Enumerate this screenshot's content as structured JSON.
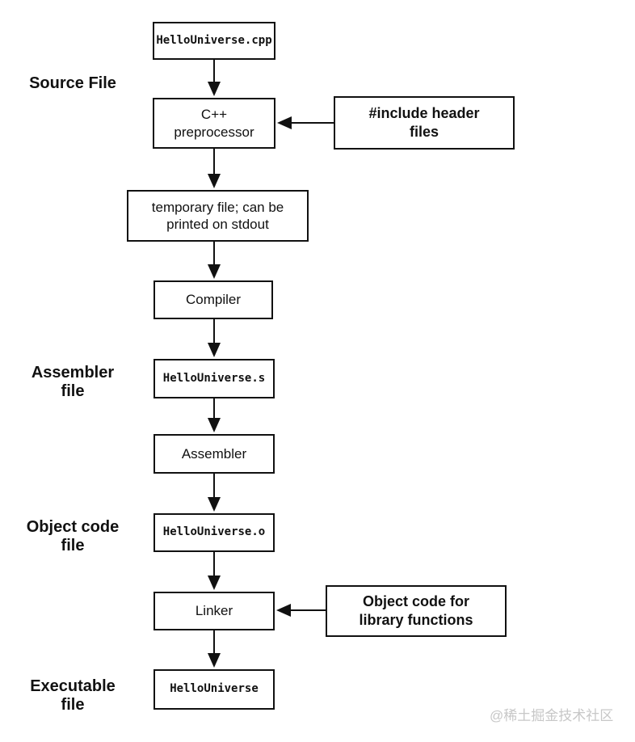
{
  "nodes": {
    "source_cpp": "HelloUniverse.cpp",
    "preprocessor": "C++\npreprocessor",
    "temp_file": "temporary file; can be\nprinted on stdout",
    "compiler": "Compiler",
    "assembly_file": "HelloUniverse.s",
    "assembler": "Assembler",
    "object_file": "HelloUniverse.o",
    "linker": "Linker",
    "executable": "HelloUniverse"
  },
  "inputs": {
    "include_headers": "#include header\nfiles",
    "library_objects": "Object code for\nlibrary functions"
  },
  "stage_labels": {
    "source": "Source File",
    "assembler_file": "Assembler\nfile",
    "object_code_file": "Object code\nfile",
    "executable_file": "Executable\nfile"
  },
  "watermark": "@稀土掘金技术社区",
  "colors": {
    "line": "#111111",
    "watermark": "#c7c7c7",
    "background": "#ffffff"
  }
}
